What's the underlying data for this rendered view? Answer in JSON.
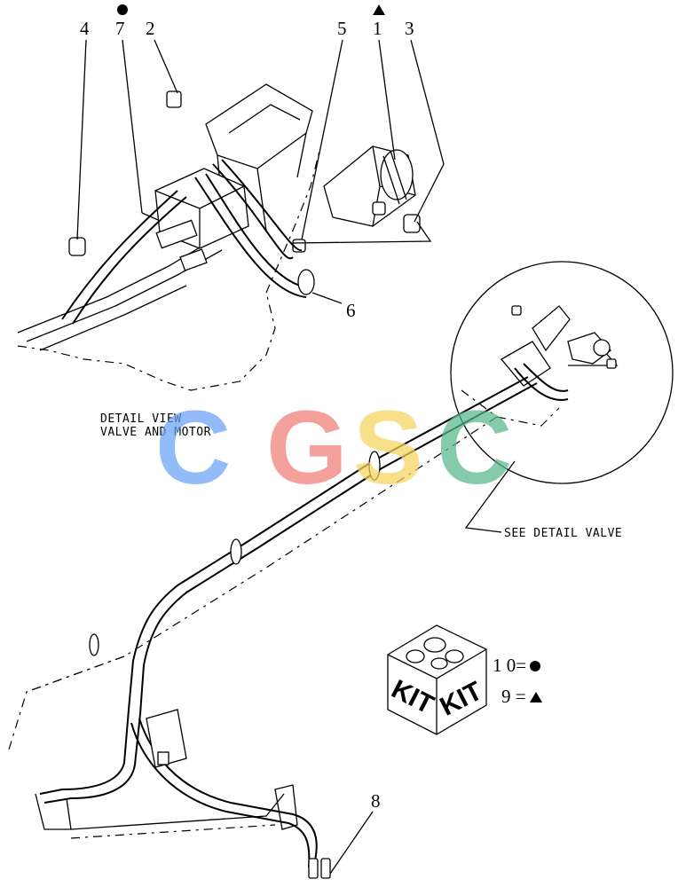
{
  "callouts": {
    "c4": "4",
    "c7": "7",
    "c2": "2",
    "c5": "5",
    "c1": "1",
    "c3": "3",
    "c6": "6",
    "c8": "8"
  },
  "notes": {
    "detail_view_line1": "DETAIL VIEW",
    "detail_view_line2": "VALVE AND MOTOR",
    "see_detail": "SEE DETAIL  VALVE"
  },
  "kit": {
    "face_left": "KIT",
    "face_right": "KIT",
    "legend_circle": "1 0=",
    "legend_triangle": "9 ="
  },
  "watermark": {
    "letters": [
      "C",
      "G",
      "S",
      "C"
    ],
    "colors": [
      "#6aa2f5",
      "#f07d76",
      "#f6d55e",
      "#57b889"
    ]
  }
}
